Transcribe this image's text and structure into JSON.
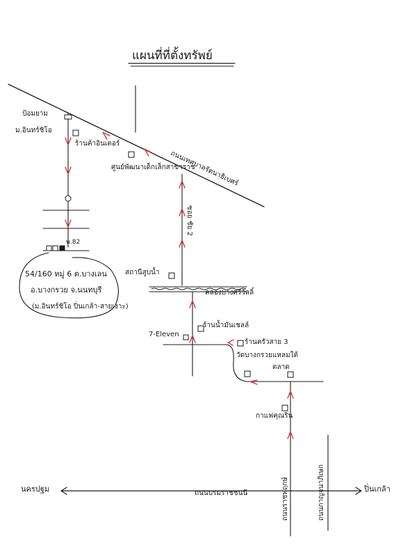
{
  "title": "แผนที่ที่ตั้งทรัพย์",
  "labels": {
    "bus_stop": "ป้อมยาม",
    "village_top_left": "ม.อินทร์ชิโอ",
    "shop_top": "ร้านค้าอินเตอร์",
    "school": "ศูนย์พัฒนาเด็กเล็กสาขาราช",
    "main_road_diag": "ถนนเทศบาลรัตนาธิเบศร์",
    "soi_vertical": "ซอย ชัย 2",
    "pump_station": "สถานีสูบน้ำ",
    "canal": "คลองบางศรีวัลลิ์",
    "plot_marker": "พ.82",
    "address_line1": "54/160 หมู่ 6 ต.บางเลน",
    "address_line2": "อ.บางกรวย จ.นนทบุรี",
    "address_line3": "(ม.อินทร์ชิโอ ปิ่นเกล้า-สายเงาะ)",
    "seven_eleven": "7-Eleven",
    "shop_mid": "ร้านน้ำมันเชลล์",
    "shop_right": "ร้านครัวสาย 3",
    "market": "ตลาด",
    "temple": "วัดบางกรวยแหลมใต้",
    "coffee": "กาแฟคุณริน",
    "road_bottom_main": "ถนนบรมราชชนนี",
    "road_v1": "ถนนราชพฤกษ์",
    "road_v2": "ถนนกาญจนาภิเษก",
    "left_city": "นครปฐม",
    "right_city": "ปิ่นเกล้า"
  }
}
